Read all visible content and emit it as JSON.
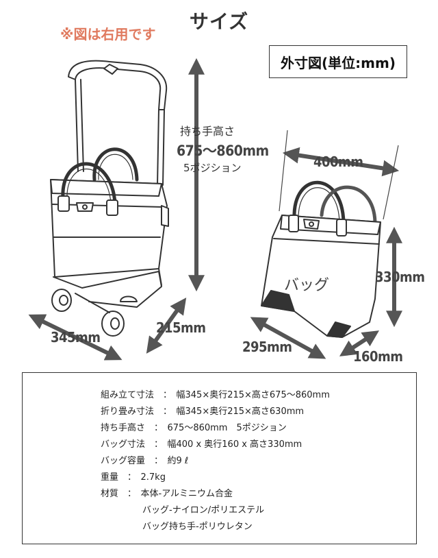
{
  "header": {
    "title": "サイズ",
    "note": "※図は右用です",
    "unit_box": "外寸図(単位:mm)"
  },
  "cart_diagram": {
    "handle_label": "持ち手高さ",
    "handle_range": "675～860mm",
    "handle_positions": "5ポジション",
    "width_dim": "345mm",
    "depth_dim": "215mm"
  },
  "bag_diagram": {
    "width_dim": "400mm",
    "height_dim": "330mm",
    "depth_bottom_dim": "295mm",
    "depth_dim": "160mm",
    "bag_label": "バッグ"
  },
  "specs": [
    "組み立て寸法　：　幅345×奥行215×高さ675～860mm",
    "折り畳み寸法　：　幅345×奥行215×高さ630mm",
    "持ち手高さ　：　675～860mm　5ポジション",
    "バッグ寸法　：　幅400 x 奥行160 x 高さ330mm",
    "バッグ容量　：　約9 ℓ",
    "重量　：　2.7kg",
    "材質　：　本体-アルミニウム合金",
    "バッグ-ナイロン/ポリエステル",
    "バッグ持ち手-ポリウレタン"
  ],
  "colors": {
    "note": "#e07a5f",
    "arrow": "#555555",
    "outline": "#333333"
  }
}
